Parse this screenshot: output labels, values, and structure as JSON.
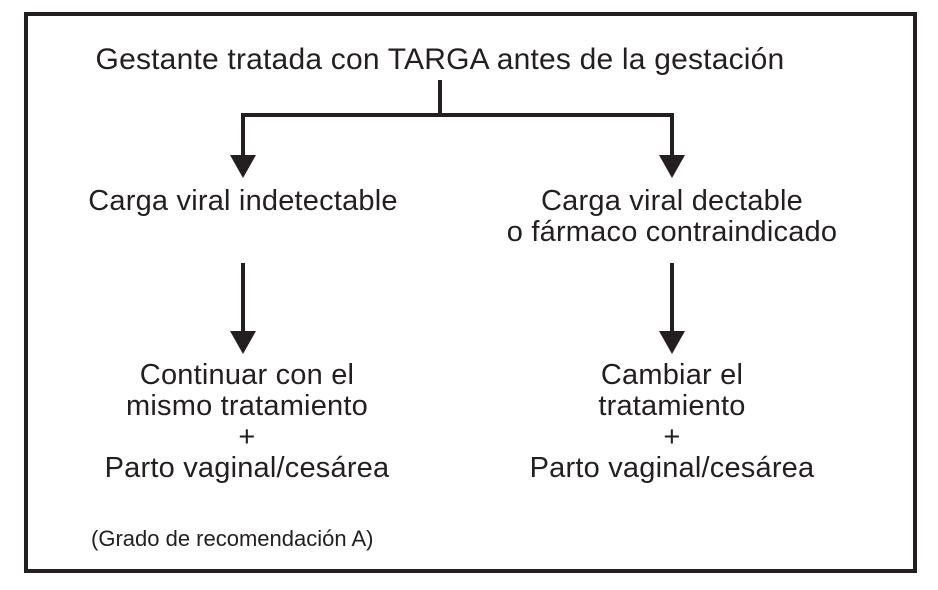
{
  "diagram": {
    "root": "Gestante tratada con TARGA antes de la gestación",
    "branches": [
      {
        "condition_lines": [
          "Carga viral indetectable",
          ""
        ],
        "outcome_lines": [
          "Continuar con el",
          "mismo tratamiento",
          "+",
          "Parto vaginal/cesárea"
        ]
      },
      {
        "condition_lines": [
          "Carga viral dectable",
          "o fármaco contraindicado"
        ],
        "outcome_lines": [
          "Cambiar el",
          "tratamiento",
          "+",
          "Parto vaginal/cesárea"
        ]
      }
    ],
    "footnote": "(Grado de recomendación A)",
    "colors": {
      "line": "#231f20",
      "text": "#231f20",
      "background": "#ffffff",
      "border": "#231f20"
    }
  }
}
